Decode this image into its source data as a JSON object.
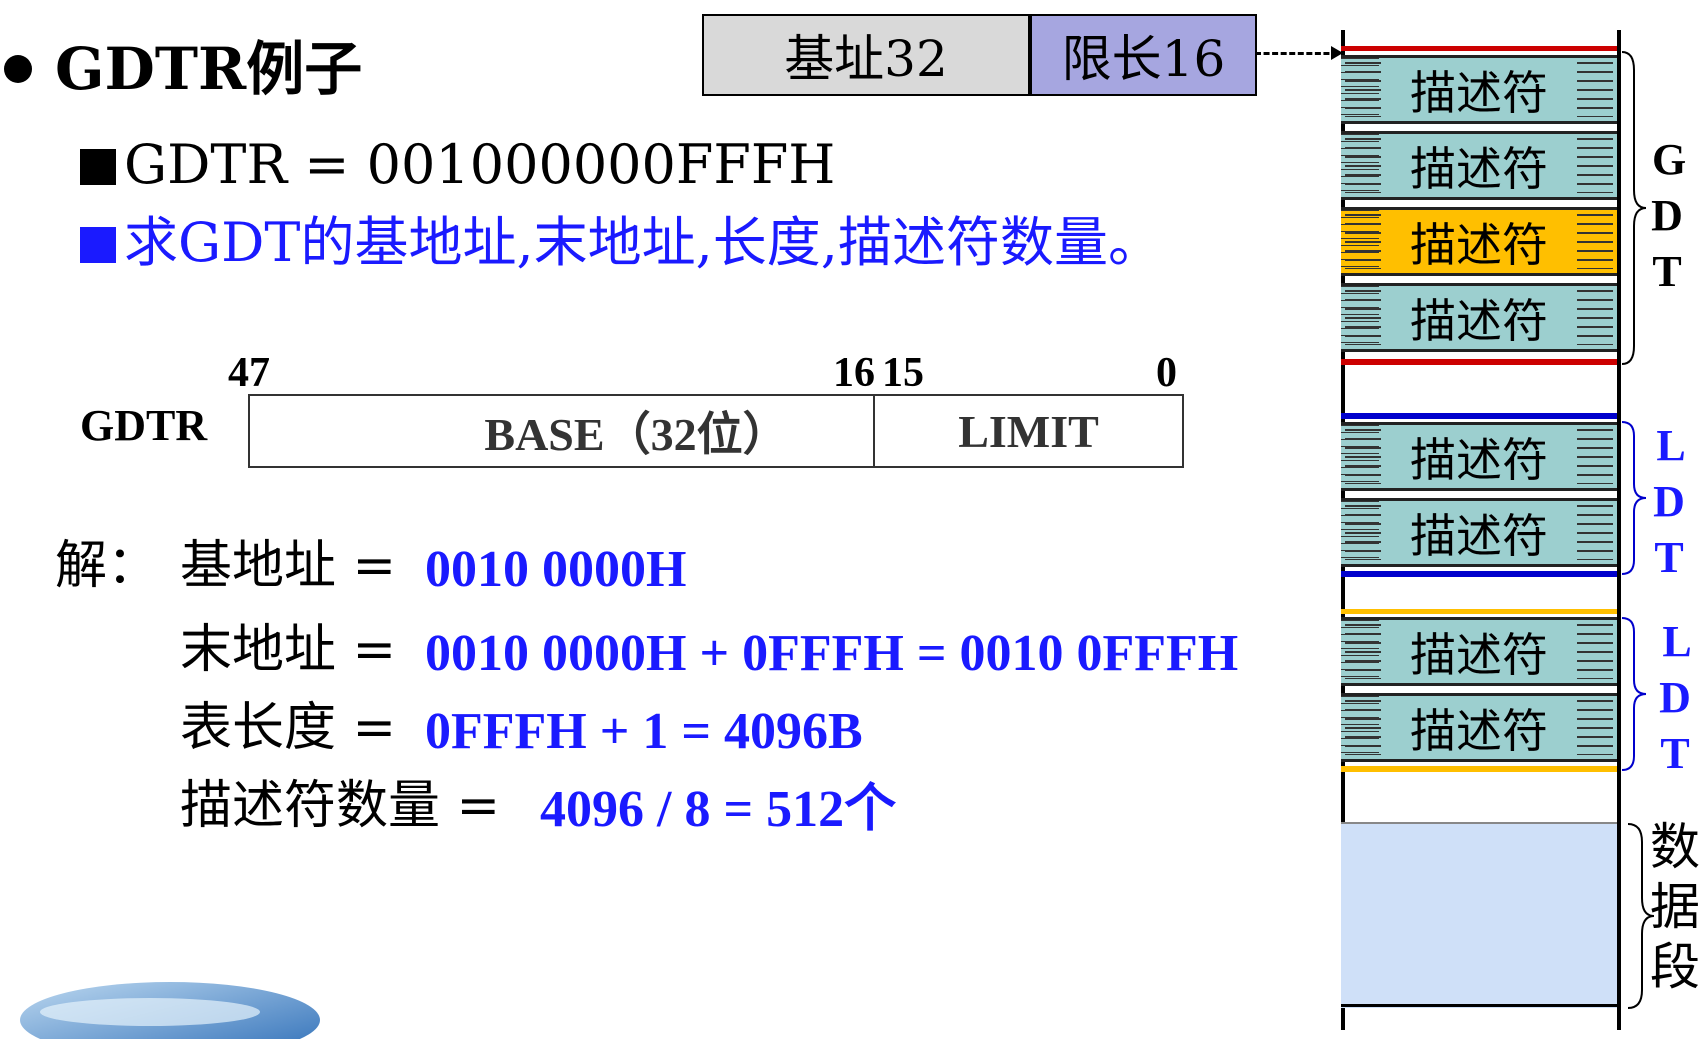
{
  "title": "GDTR例子",
  "line1": "GDTR = 001000000FFFH",
  "line2": "求GDT的基地址,末地址,长度,描述符数量。",
  "colors": {
    "blue_text": "#1a1aff",
    "desc_normal": "#9ccfcf",
    "desc_highlight": "#ffbf00",
    "gdt_border": "#cc0000",
    "ldt1_border": "#0000cc",
    "ldt2_border": "#ffbf00",
    "data_segment": "#cfe0f8",
    "base_box": "#d9d9d9",
    "limit_box": "#a6a6e0"
  },
  "register_format": {
    "label": "GDTR",
    "bit_47": "47",
    "bit_16": "16",
    "bit_15": "15",
    "bit_0": "0",
    "base_field": "BASE（32位）",
    "limit_field": "LIMIT"
  },
  "top_register": {
    "base_label": "基址32",
    "limit_label": "限长16"
  },
  "solution": {
    "prefix": "解：",
    "rows": [
      {
        "label": "基地址 =",
        "value": "0010 0000H"
      },
      {
        "label": "末地址 =",
        "value": "0010 0000H + 0FFFH = 0010 0FFFH"
      },
      {
        "label": "表长度 =",
        "value": "0FFFH + 1 = 4096B"
      },
      {
        "label": "描述符数量 =",
        "value": "4096 / 8 = 512个"
      }
    ]
  },
  "memory": {
    "descriptor_label": "描述符",
    "gdt_label": [
      "G",
      "D",
      "T"
    ],
    "ldt1_label": [
      "L",
      "D",
      "T"
    ],
    "ldt2_label": [
      "L",
      "D",
      "T"
    ],
    "data_label": [
      "数",
      "据",
      "段"
    ]
  }
}
